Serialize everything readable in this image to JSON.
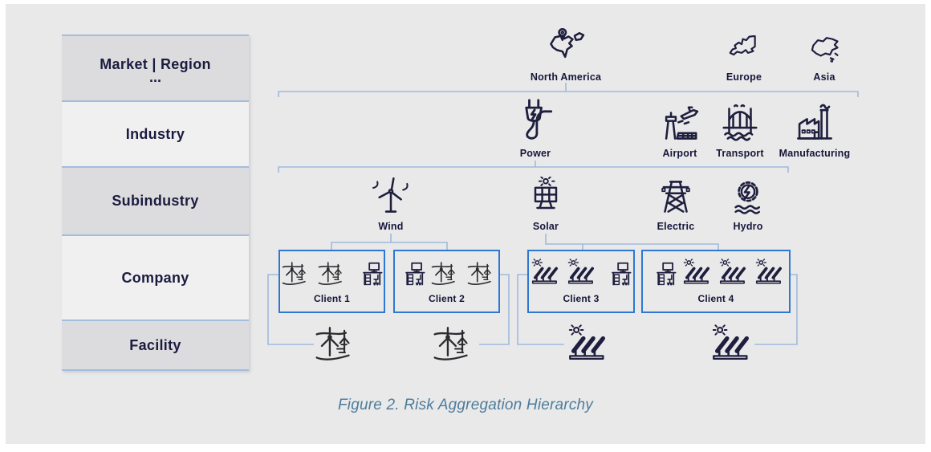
{
  "caption": "Figure 2. Risk Aggregation Hierarchy",
  "sidebar": {
    "levels": [
      {
        "label": "Market | Region",
        "sub": "..."
      },
      {
        "label": "Industry"
      },
      {
        "label": "Subindustry"
      },
      {
        "label": "Company"
      },
      {
        "label": "Facility"
      }
    ]
  },
  "tree": {
    "regions": [
      {
        "label": "North America",
        "icon": "north-america-map-icon"
      },
      {
        "label": "Europe",
        "icon": "europe-map-icon"
      },
      {
        "label": "Asia",
        "icon": "asia-map-icon"
      }
    ],
    "industries": [
      {
        "label": "Power",
        "icon": "power-plug-icon"
      },
      {
        "label": "Airport",
        "icon": "airport-icon"
      },
      {
        "label": "Transport",
        "icon": "transport-bridge-icon"
      },
      {
        "label": "Manufacturing",
        "icon": "manufacturing-factory-icon"
      }
    ],
    "subindustries": [
      {
        "label": "Wind",
        "icon": "wind-turbine-icon"
      },
      {
        "label": "Solar",
        "icon": "solar-panel-icon"
      },
      {
        "label": "Electric",
        "icon": "electric-tower-icon"
      },
      {
        "label": "Hydro",
        "icon": "hydro-power-icon"
      }
    ],
    "clients": [
      {
        "label": "Client 1",
        "icons": [
          "wind-farm-sketch",
          "wind-farm-sketch",
          "workstation"
        ]
      },
      {
        "label": "Client 2",
        "icons": [
          "workstation",
          "wind-farm-sketch",
          "wind-farm-sketch"
        ]
      },
      {
        "label": "Client 3",
        "icons": [
          "solar-array",
          "solar-array",
          "workstation"
        ]
      },
      {
        "label": "Client 4",
        "icons": [
          "workstation",
          "solar-array",
          "solar-array",
          "solar-array"
        ]
      }
    ],
    "facilities": [
      {
        "type": "wind-farm-sketch"
      },
      {
        "type": "wind-farm-sketch"
      },
      {
        "type": "solar-array"
      },
      {
        "type": "solar-array"
      }
    ]
  },
  "colors": {
    "panel_bg": "#e9e9e9",
    "sidebar_dark": "#dcdcde",
    "sidebar_light": "#f0f0f1",
    "sidebar_border": "#a3bddc",
    "connector": "#9fbade",
    "client_border": "#2e78d2",
    "text_navy": "#1b1b40",
    "caption": "#4d7c9c"
  }
}
